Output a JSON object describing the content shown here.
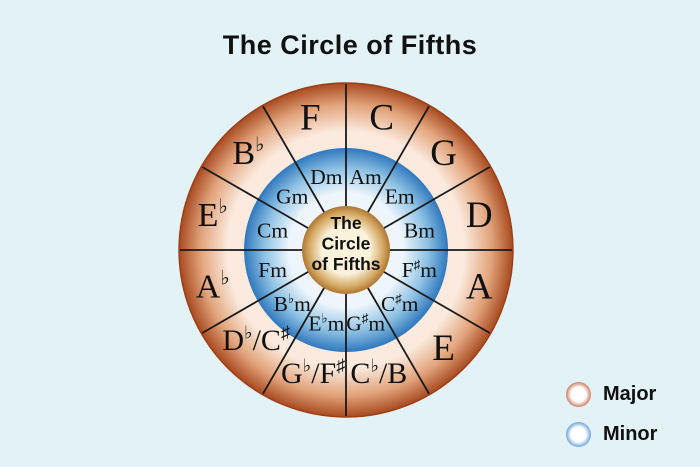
{
  "title": "The Circle of Fifths",
  "wheel": {
    "center_lines": [
      "The",
      "Circle",
      "of Fifths"
    ],
    "sectors": [
      {
        "major": "C",
        "minor": "Am"
      },
      {
        "major": "G",
        "minor": "Em"
      },
      {
        "major": "D",
        "minor": "Bm"
      },
      {
        "major": "A",
        "minor": "F♯m"
      },
      {
        "major": "E",
        "minor": "C♯m"
      },
      {
        "major": "C♭/B",
        "minor": "G♯m"
      },
      {
        "major": "G♭/F♯",
        "minor": "E♭m"
      },
      {
        "major": "D♭/C♯",
        "minor": "B♭m"
      },
      {
        "major": "A♭",
        "minor": "Fm"
      },
      {
        "major": "E♭",
        "minor": "Cm"
      },
      {
        "major": "B♭",
        "minor": "Gm"
      },
      {
        "major": "F",
        "minor": "Dm"
      }
    ]
  },
  "legend": [
    {
      "label": "Major",
      "ring_color": "#bf5430",
      "ring_edge": "#9e431f",
      "fill_color": "#ffffff"
    },
    {
      "label": "Minor",
      "ring_color": "#4189cb",
      "ring_edge": "#2f6faf",
      "fill_color": "#ffffff"
    }
  ],
  "colors": {
    "background": "#e3f2f6",
    "major_ring_outer": "#a84a20",
    "major_ring_mid": "#e2a47c",
    "major_ring_inner": "#fbeadd",
    "major_ring_edge": "#9c3e16",
    "minor_ring_outer": "#3078bd",
    "minor_ring_mid": "#8fc2e4",
    "minor_ring_inner": "#eef6fc",
    "core_center": "#faf2da",
    "core_mid": "#d3a660",
    "core_edge": "#ad7634",
    "divider_line": "#1a1a1a",
    "text": "#111111"
  }
}
